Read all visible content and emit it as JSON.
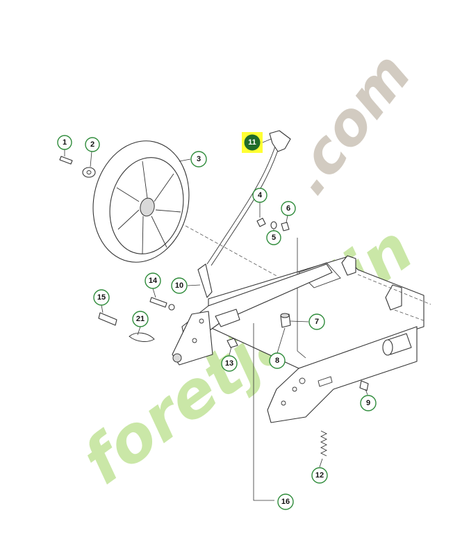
{
  "watermark": {
    "text_main": "foretjardin",
    "text_suffix": ".com",
    "color_green": "#b9e08a",
    "color_orange": "#f2b173",
    "color_grey": "#c8bfb2"
  },
  "callouts": [
    {
      "id": "1",
      "label": "1"
    },
    {
      "id": "2",
      "label": "2"
    },
    {
      "id": "3",
      "label": "3"
    },
    {
      "id": "4",
      "label": "4"
    },
    {
      "id": "5",
      "label": "5"
    },
    {
      "id": "6",
      "label": "6"
    },
    {
      "id": "7",
      "label": "7"
    },
    {
      "id": "8",
      "label": "8"
    },
    {
      "id": "9",
      "label": "9"
    },
    {
      "id": "10",
      "label": "10"
    },
    {
      "id": "11",
      "label": "11",
      "highlighted": true
    },
    {
      "id": "12",
      "label": "12"
    },
    {
      "id": "13",
      "label": "13"
    },
    {
      "id": "14",
      "label": "14"
    },
    {
      "id": "15",
      "label": "15"
    },
    {
      "id": "16",
      "label": "16"
    },
    {
      "id": "21",
      "label": "21"
    }
  ],
  "colors": {
    "callout_border": "#2e8b3a",
    "highlight_fill": "#1f6b2a",
    "highlight_background": "#ffff33",
    "line": "#333333"
  }
}
